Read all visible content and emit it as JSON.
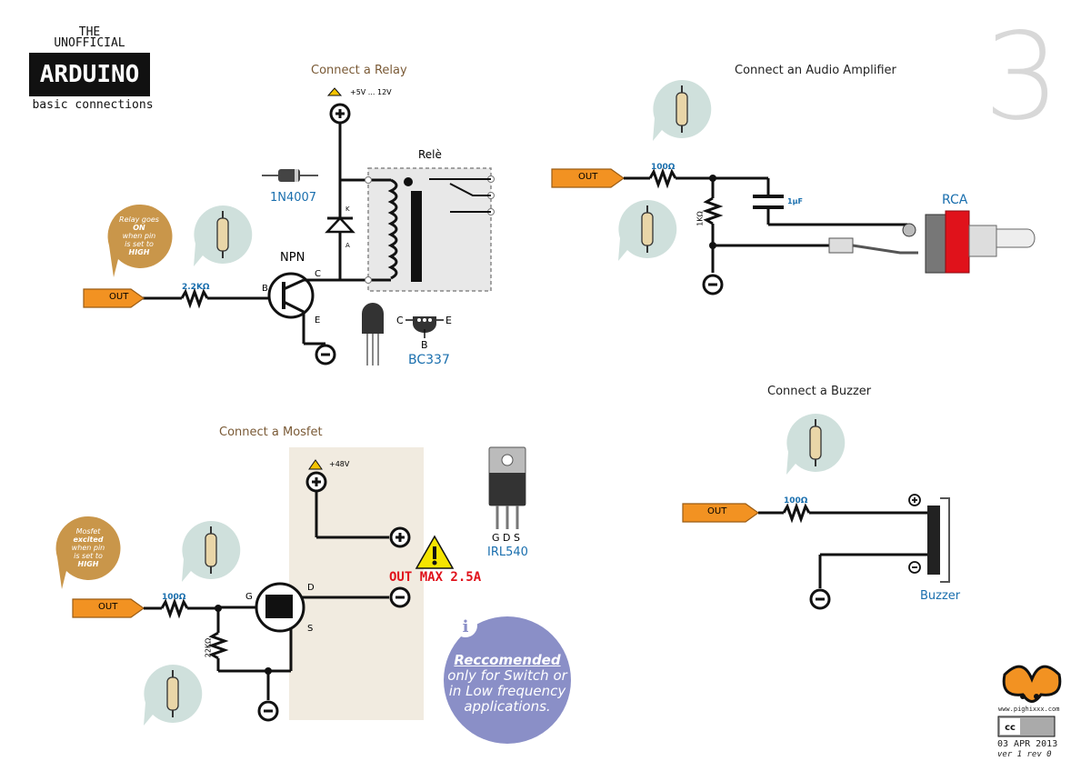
{
  "brand": {
    "line1": "THE",
    "line2": "UNOFFICIAL",
    "name": "ARDUINO",
    "subtitle": "basic connections",
    "page_number": "3"
  },
  "relay": {
    "title": "Connect a Relay",
    "supply": "+5V ... 12V",
    "relay_label": "Relè",
    "diode": "1N4007",
    "diode_a": "A",
    "diode_k": "K",
    "transistor": "NPN",
    "pin_b": "B",
    "pin_c": "C",
    "pin_e": "E",
    "resistor": "2.2KΩ",
    "out": "OUT",
    "part": "BC337",
    "pinout_c": "C",
    "pinout_e": "E",
    "pinout_b": "B",
    "note_line1": "Relay goes",
    "note_line2": "ON",
    "note_line3": "when pin",
    "note_line4": "is set to",
    "note_line5": "HIGH"
  },
  "audio": {
    "title": "Connect an Audio Amplifier",
    "out": "OUT",
    "resistor": "100Ω",
    "resistor2": "1KΩ",
    "capacitor": "1µF",
    "connector": "RCA"
  },
  "mosfet": {
    "title": "Connect a Mosfet",
    "supply": "+48V",
    "out": "OUT",
    "resistor": "100Ω",
    "resistor2": "22KΩ",
    "pin_g": "G",
    "pin_d": "D",
    "pin_s": "S",
    "part_pins": "G D S",
    "part": "IRL540",
    "warning": "OUT MAX 2.5A",
    "note_line1": "Mosfet",
    "note_line2": "excited",
    "note_line3": "when pin",
    "note_line4": "is set to",
    "note_line5": "HIGH"
  },
  "info": {
    "line1": "Reccomended",
    "line2": "only for  Switch or",
    "line3": "in Low frequency",
    "line4": "applications."
  },
  "buzzer": {
    "title": "Connect a Buzzer",
    "out": "OUT",
    "resistor": "100Ω",
    "label": "Buzzer"
  },
  "footer": {
    "site": "www.pighixxx.com",
    "date": "03 APR 2013",
    "version": "ver 1 rev 0"
  },
  "colors": {
    "out_tag": "#f29222",
    "pin_bubble": "#cfe0dc",
    "note_bubble": "#c9964a",
    "info_bubble": "#8a8fc7",
    "mosfet_panel": "#f1ebe0",
    "warning_red": "#e0121b",
    "rca_red": "#e0121b",
    "label_blue": "#1a6fae"
  }
}
